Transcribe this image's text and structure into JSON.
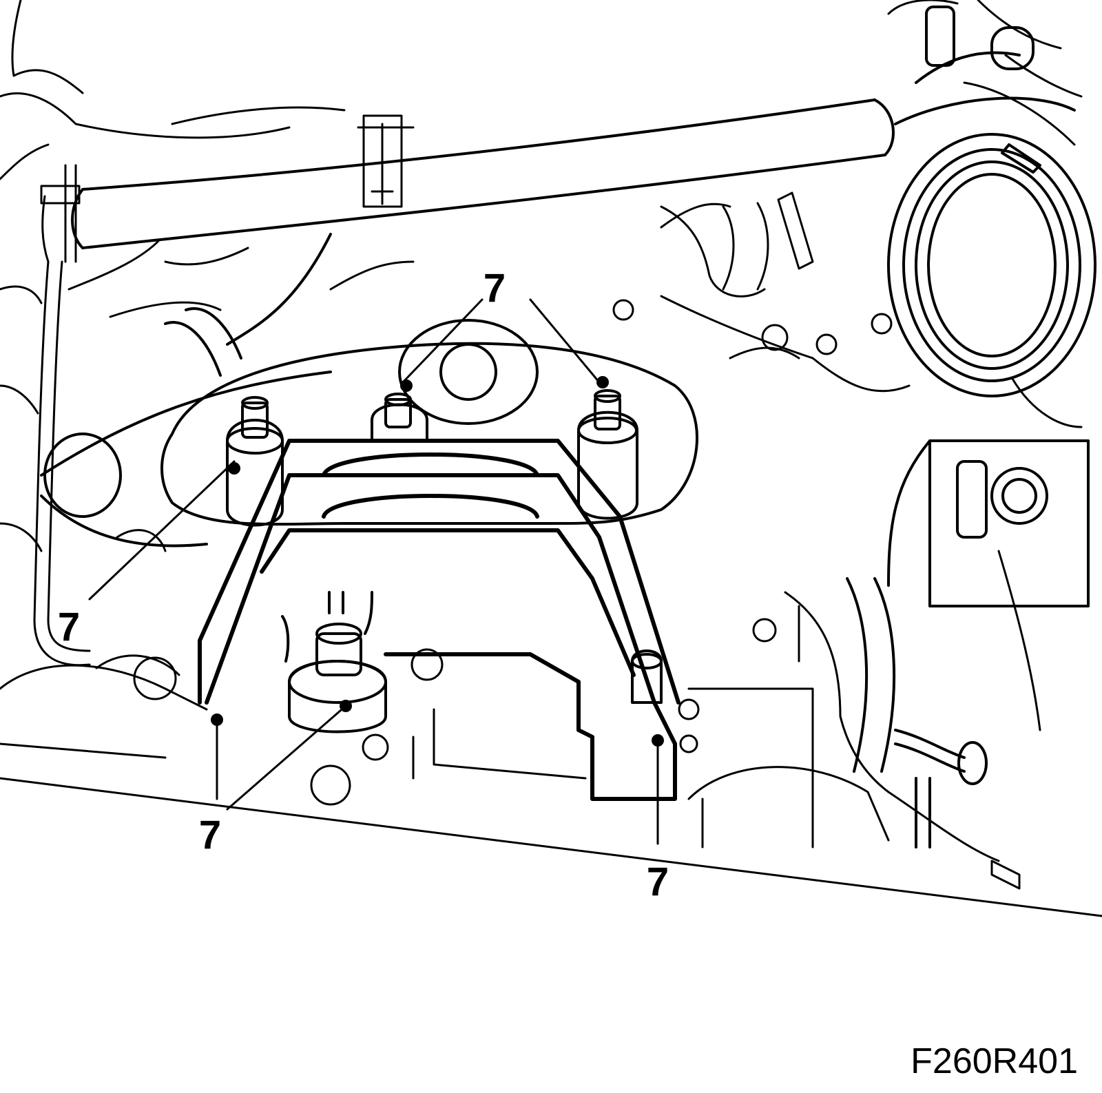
{
  "diagram": {
    "figure_code": "F260R401",
    "callouts": [
      {
        "id": "callout-top",
        "label": "7"
      },
      {
        "id": "callout-left",
        "label": "7"
      },
      {
        "id": "callout-bottom-left",
        "label": "7"
      },
      {
        "id": "callout-bottom-right",
        "label": "7"
      }
    ]
  }
}
